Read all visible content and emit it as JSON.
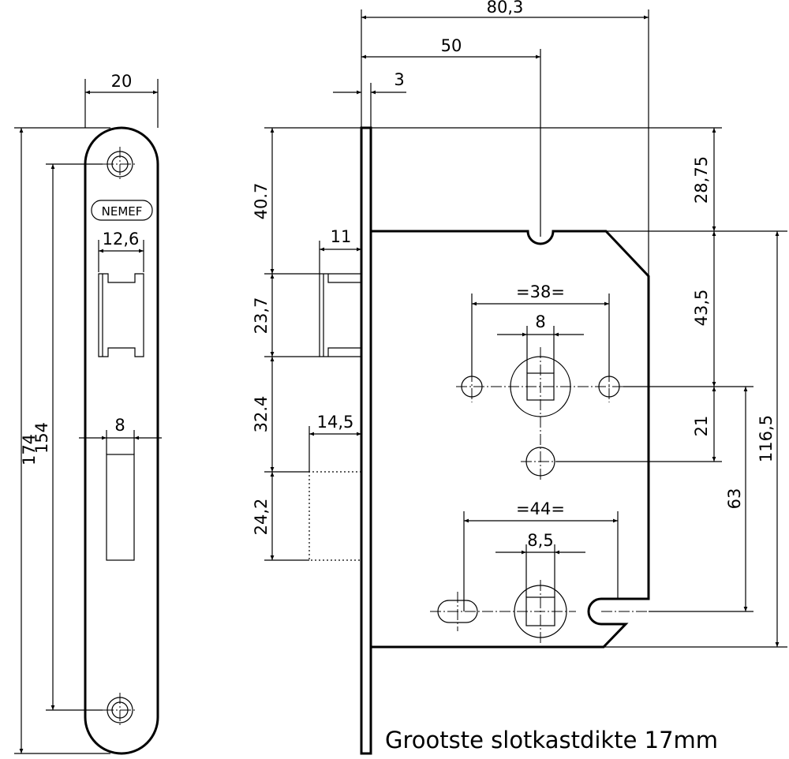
{
  "logo": "NEMEF",
  "caption": "Grootste slotkastdikte 17mm",
  "faceplate_dims": {
    "width": "20",
    "height_total": "174",
    "screw_spacing": "154",
    "latch_width": "12,6",
    "bolt_width": "8"
  },
  "side_dims": {
    "overall_width": "80,3",
    "backset": "50",
    "plate_thickness": "3",
    "latch_projection": "11",
    "bolt_projection": "14,5",
    "top_to_latch": "40.7",
    "latch_height": "23,7",
    "latch_to_bolt": "32.4",
    "bolt_height": "24,2"
  },
  "body_dims": {
    "handle_holes_spacing": "=38=",
    "follower_square": "8",
    "cylinder_holes_spacing": "=44=",
    "lower_square": "8,5",
    "top_offset": "28,75",
    "notch_to_follower": "43,5",
    "follower_to_hole": "21",
    "follower_to_lower": "63",
    "body_height": "116,5"
  }
}
